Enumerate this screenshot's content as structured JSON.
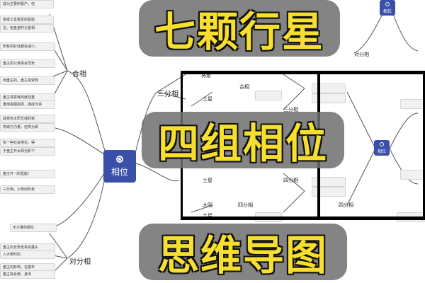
{
  "mindmap": {
    "central_label": "相位",
    "branches": {
      "conjunction": "合相",
      "trine": "三分相",
      "square": "四分相",
      "opposition": "对分相"
    },
    "left_notes": [
      "成为主要积极产，但",
      "金或土星金星的星座",
      "位。但金金时父金相",
      "所有的好处都会减少。",
      "盘主的父亲将会早死",
      "死盘主的，盘主将受到",
      "盘主将意味风度及重",
      "重用意图指挥，或成为将",
      "其受到太阳光线的遮",
      "权威与力量，但将为其",
      "有一些社会地位。得",
      "于盘主开太阳光影下",
      "盘主开（的星座）",
      "三分相。父母间的亲",
      "无大量的相位",
      "盘主的长男也将会露头",
      "入大笑时的",
      "盘主的影响。在童年",
      "盘主有会使。身体"
    ],
    "small_labels": [
      "将聚",
      "土星",
      "土星",
      "大阳",
      "土星"
    ],
    "right_mini_label": "相位"
  },
  "captions": {
    "top": "七颗行星",
    "middle": "四组相位",
    "bottom": "思维导图"
  },
  "colors": {
    "caption_text": "#f6df2e",
    "caption_bg": "#6e6e6e",
    "central_node": "#3a4fa8"
  }
}
